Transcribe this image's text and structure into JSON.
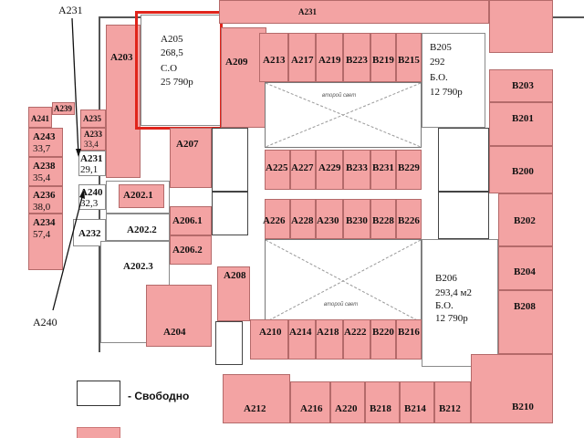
{
  "callouts": {
    "a231": "A231",
    "a240": "A240"
  },
  "legend": {
    "free_label": "- Свободно",
    "free_color": "#ffffff",
    "occupied_color": "#f3a3a3"
  },
  "atrium": {
    "label_top": "второй свет",
    "label_bottom": "второй свет"
  },
  "rooms": {
    "a205": {
      "name": "A205",
      "area": "268,5",
      "status": "С.О",
      "price": "25 790р"
    },
    "b205": {
      "name": "B205",
      "area": "292",
      "status": "Б.О.",
      "price": "12 790р"
    },
    "b206": {
      "name": "B206",
      "area": "293,4 м2",
      "status": "Б.О.",
      "price": "12 790р"
    },
    "a203": "A203",
    "a209": "A209",
    "a213": "A213",
    "a217": "A217",
    "a219": "A219",
    "b223": "B223",
    "b219": "B219",
    "b215": "B215",
    "b203": "B203",
    "b201": "B201",
    "b200": "B200",
    "b202": "B202",
    "b204": "B204",
    "b208": "B208",
    "b210": "B210",
    "a207": "A207",
    "a225": "A225",
    "a227": "A227",
    "a229": "A229",
    "b233": "B233",
    "b231": "B231",
    "b229": "B229",
    "a226": "A226",
    "a228": "A228",
    "a230": "A230",
    "b230": "B230",
    "b228": "B228",
    "b226": "B226",
    "a202_1": "A202.1",
    "a202_2": "A202.2",
    "a202_3": "A202.3",
    "a206_1": "A206.1",
    "a206_2": "A206.2",
    "a208": "A208",
    "a204": "A204",
    "a210": "A210",
    "a214": "A214",
    "a218": "A218",
    "a222": "A222",
    "b220": "B220",
    "b216": "B216",
    "a212": "A212",
    "a216": "A216",
    "a220": "A220",
    "b218": "B218",
    "b214": "B214",
    "b212": "B212",
    "a231_room": "A231",
    "a231_area": "29,1",
    "a240_room": "A240",
    "a240_area": "32,3",
    "a232": "A232",
    "a241": "A241",
    "a239": "A239",
    "a235": "A235",
    "a243": "A243",
    "a243_area": "33,7",
    "a233": "A233",
    "a233_area": "33,4",
    "a238": "A238",
    "a238_area": "35,4",
    "a236": "A236",
    "a236_area": "38,0",
    "a234": "A234",
    "a234_area": "57,4",
    "a231_top": "A231"
  }
}
